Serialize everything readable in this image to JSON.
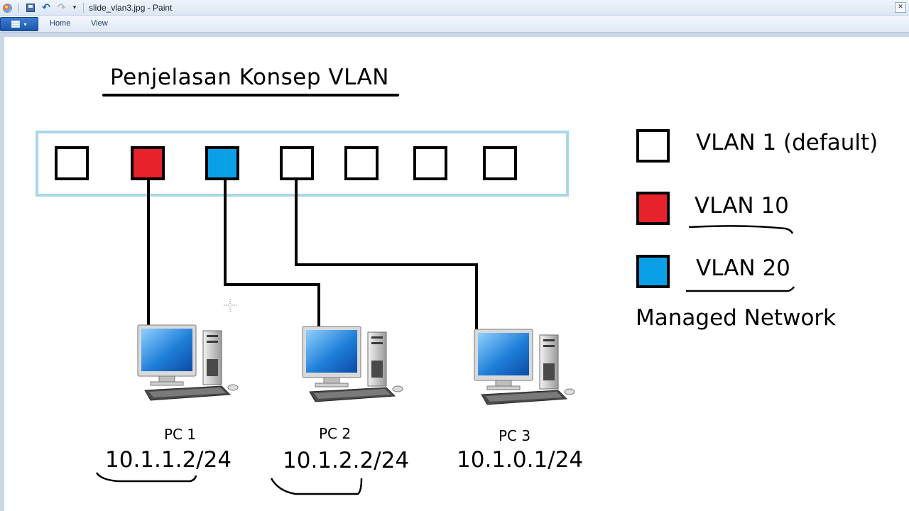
{
  "window": {
    "title": "slide_vlan3.jpg - Paint",
    "close_glyph": "✕"
  },
  "quick_access": {
    "undo_glyph": "↶",
    "redo_glyph": "↷",
    "customize_glyph": "▾"
  },
  "ribbon": {
    "menu_arrow": "▾",
    "tabs": [
      {
        "label": "Home"
      },
      {
        "label": "View"
      }
    ]
  },
  "slide": {
    "title": "Penjelasan Konsep VLAN",
    "legend": [
      {
        "label": "VLAN 1 (default)",
        "color": "#ffffff"
      },
      {
        "label": "VLAN 10",
        "color": "#e8222a"
      },
      {
        "label": "VLAN 20",
        "color": "#0aa0e6"
      }
    ],
    "network_label": "Managed Network",
    "switch": {
      "border_color": "#a8d8e8",
      "ports": [
        {
          "vlan": "VLAN 1",
          "color": "#ffffff"
        },
        {
          "vlan": "VLAN 10",
          "color": "#e8222a"
        },
        {
          "vlan": "VLAN 20",
          "color": "#0aa0e6"
        },
        {
          "vlan": "VLAN 1",
          "color": "#ffffff"
        },
        {
          "vlan": "VLAN 1",
          "color": "#ffffff"
        },
        {
          "vlan": "VLAN 1",
          "color": "#ffffff"
        },
        {
          "vlan": "VLAN 1",
          "color": "#ffffff"
        }
      ]
    },
    "pcs": [
      {
        "name": "PC 1",
        "ip": "10.1.1.2/24"
      },
      {
        "name": "PC 2",
        "ip": "10.1.2.2/24"
      },
      {
        "name": "PC 3",
        "ip": "10.1.0.1/24"
      }
    ]
  }
}
